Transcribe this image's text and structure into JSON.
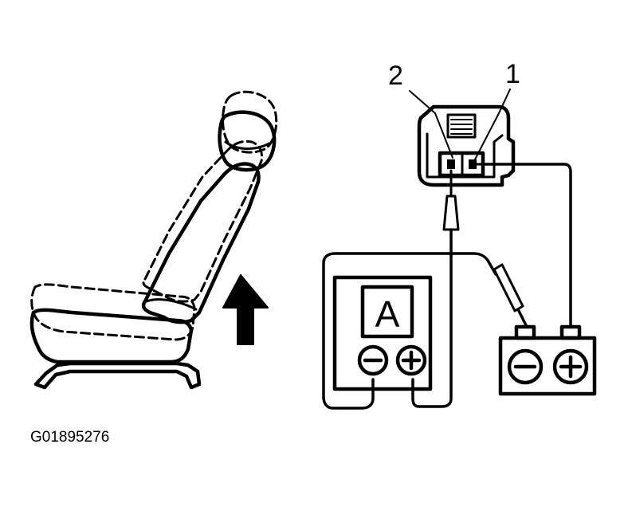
{
  "callouts": {
    "terminal_1": "1",
    "terminal_2": "2"
  },
  "ammeter": {
    "display_letter": "A",
    "negative_symbol": "minus-sign",
    "positive_symbol": "plus-sign"
  },
  "battery": {
    "negative_symbol": "minus-sign",
    "positive_symbol": "plus-sign"
  },
  "seat": {
    "movement_indicator": "up-arrow-icon"
  },
  "figure_id": "G01895276",
  "colors": {
    "ink": "#000000",
    "paper": "#ffffff"
  }
}
